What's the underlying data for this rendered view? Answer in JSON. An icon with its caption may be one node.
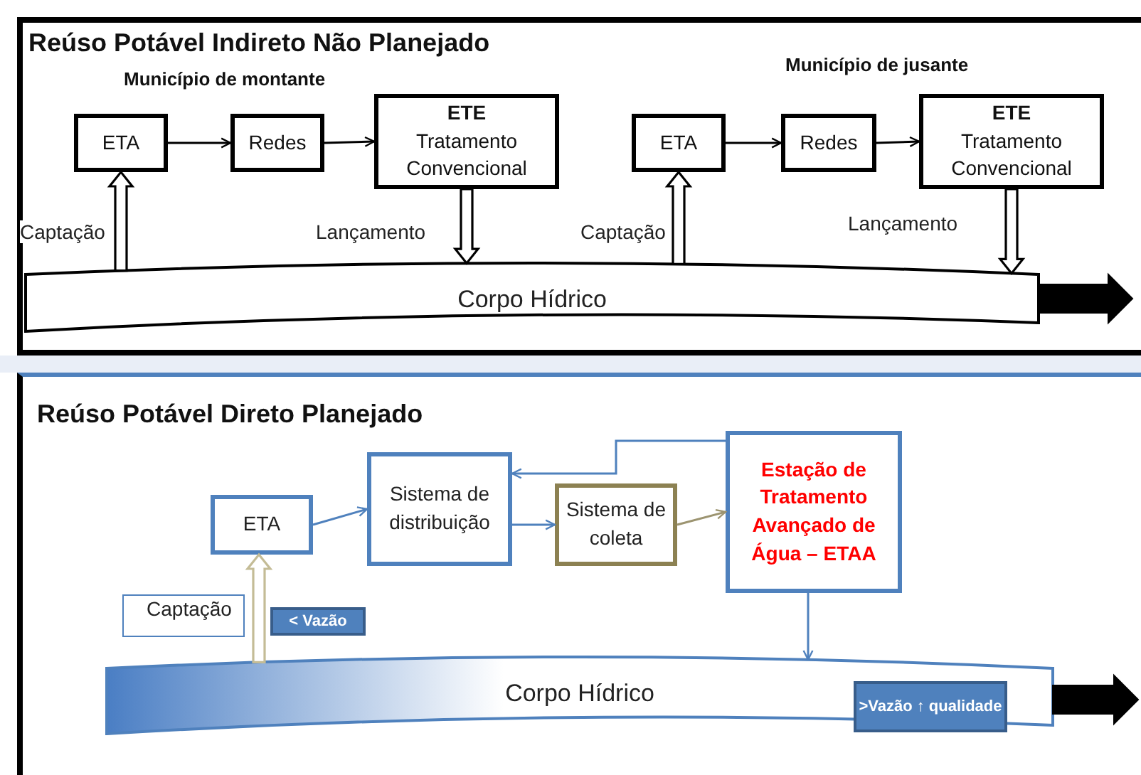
{
  "diagram": {
    "nodes": [
      {
        "text": [
          "Reúso Potável Indireto Não Planejado"
        ]
      },
      {
        "text": [
          "ETA"
        ],
        "in": 0
      },
      {
        "text": [
          "Redes"
        ],
        "in": 0
      },
      {
        "text": [
          "ETE",
          "Tratamento Convencional"
        ],
        "in": 0
      },
      {
        "text": [
          "ETA"
        ],
        "in": 0
      },
      {
        "text": [
          "Redes"
        ],
        "in": 0
      },
      {
        "text": [
          "ETE",
          "Tratamento Convencional"
        ],
        "in": 0
      },
      {
        "text": [
          "Corpo Hídrico"
        ],
        "in": 0
      },
      {
        "text": [
          "Reúso Potável Direto Planejado"
        ]
      },
      {
        "text": [
          "ETA"
        ],
        "in": 8
      },
      {
        "text": [
          "Sistema de distribuição"
        ],
        "in": 8
      },
      {
        "text": [
          "Sistema de coleta"
        ],
        "in": 8
      },
      {
        "text": [
          "Estação de Tratamento Avançado de Água – ETAA"
        ],
        "in": 8
      },
      {
        "text": [
          "Captação"
        ],
        "in": 8
      },
      {
        "text": [
          "< Vazão"
        ],
        "in": 8
      },
      {
        "text": [
          "Corpo Hídrico"
        ],
        "in": 8
      },
      {
        "text": [
          ">Vazão ↑ qualidade"
        ],
        "in": 15
      }
    ],
    "edges": [
      {
        "from": 1,
        "to": 2,
        "arrow": "to"
      },
      {
        "from": 2,
        "to": 3,
        "arrow": "to"
      },
      {
        "from": 4,
        "to": 5,
        "arrow": "to"
      },
      {
        "from": 5,
        "to": 6,
        "arrow": "to"
      },
      {
        "from": 7,
        "to": 1,
        "arrow": "to",
        "label": "Captação",
        "style": "thick"
      },
      {
        "from": 3,
        "to": 7,
        "arrow": "to",
        "label": "Lançamento",
        "style": "thick"
      },
      {
        "from": 7,
        "to": 4,
        "arrow": "to",
        "label": "Captação",
        "style": "thick"
      },
      {
        "from": 6,
        "to": 7,
        "arrow": "to",
        "label": "Lançamento",
        "style": "thick"
      },
      {
        "from": 7,
        "to": null,
        "arrow": "to",
        "style": "thick"
      },
      {
        "from": 9,
        "to": 10,
        "arrow": "to",
        "color": "#4f81bd"
      },
      {
        "from": 10,
        "to": 11,
        "arrow": "to",
        "color": "#4f81bd"
      },
      {
        "from": 11,
        "to": 12,
        "arrow": "to",
        "color": "#9c9470"
      },
      {
        "from": 12,
        "to": 10,
        "arrow": "to",
        "color": "#4f81bd"
      },
      {
        "from": 12,
        "to": 15,
        "arrow": "to",
        "color": "#4f81bd"
      },
      {
        "from": 15,
        "to": 9,
        "arrow": "to",
        "style": "thick",
        "color": "#c4bc96"
      },
      {
        "from": 15,
        "to": null,
        "arrow": "to",
        "style": "thick"
      }
    ],
    "labels": [
      "Município de montante",
      "Município de jusante"
    ]
  }
}
